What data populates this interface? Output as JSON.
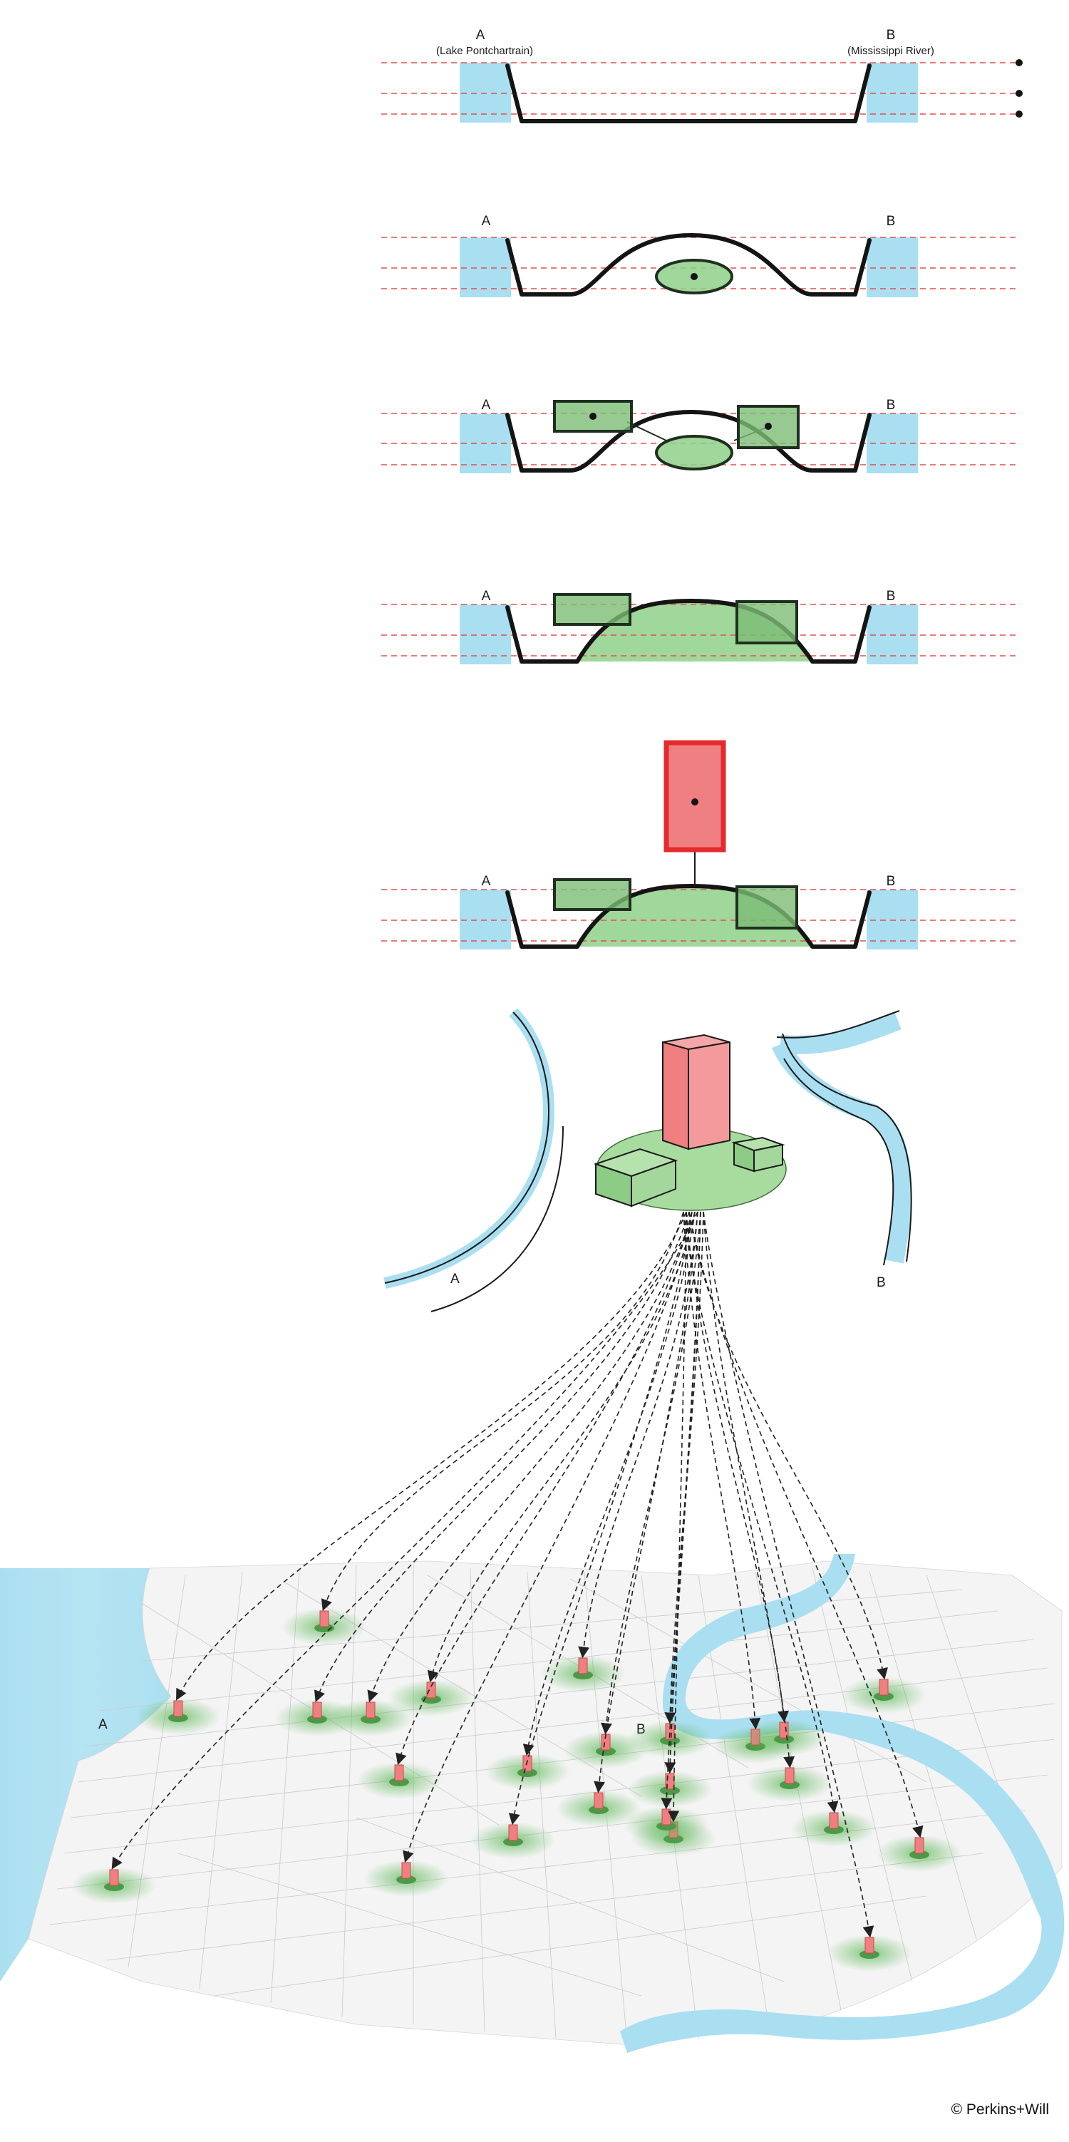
{
  "labels": {
    "a": "A",
    "b": "B",
    "a_name": "(Lake Pontchartrain)",
    "b_name": "(Mississippi River)"
  },
  "copyright": "© Perkins+Will",
  "colors": {
    "water": "#a9dff0",
    "green": "#8fd08a",
    "tower": "#f07f82",
    "tower_outline": "#e52a2e",
    "level_line": "#e0504f"
  },
  "stages": [
    {
      "id": "stage-1",
      "description_visible": false
    },
    {
      "id": "stage-2",
      "description_visible": false
    },
    {
      "id": "stage-3",
      "description_visible": false
    },
    {
      "id": "stage-4",
      "description_visible": false
    },
    {
      "id": "stage-5",
      "description_visible": false
    }
  ]
}
